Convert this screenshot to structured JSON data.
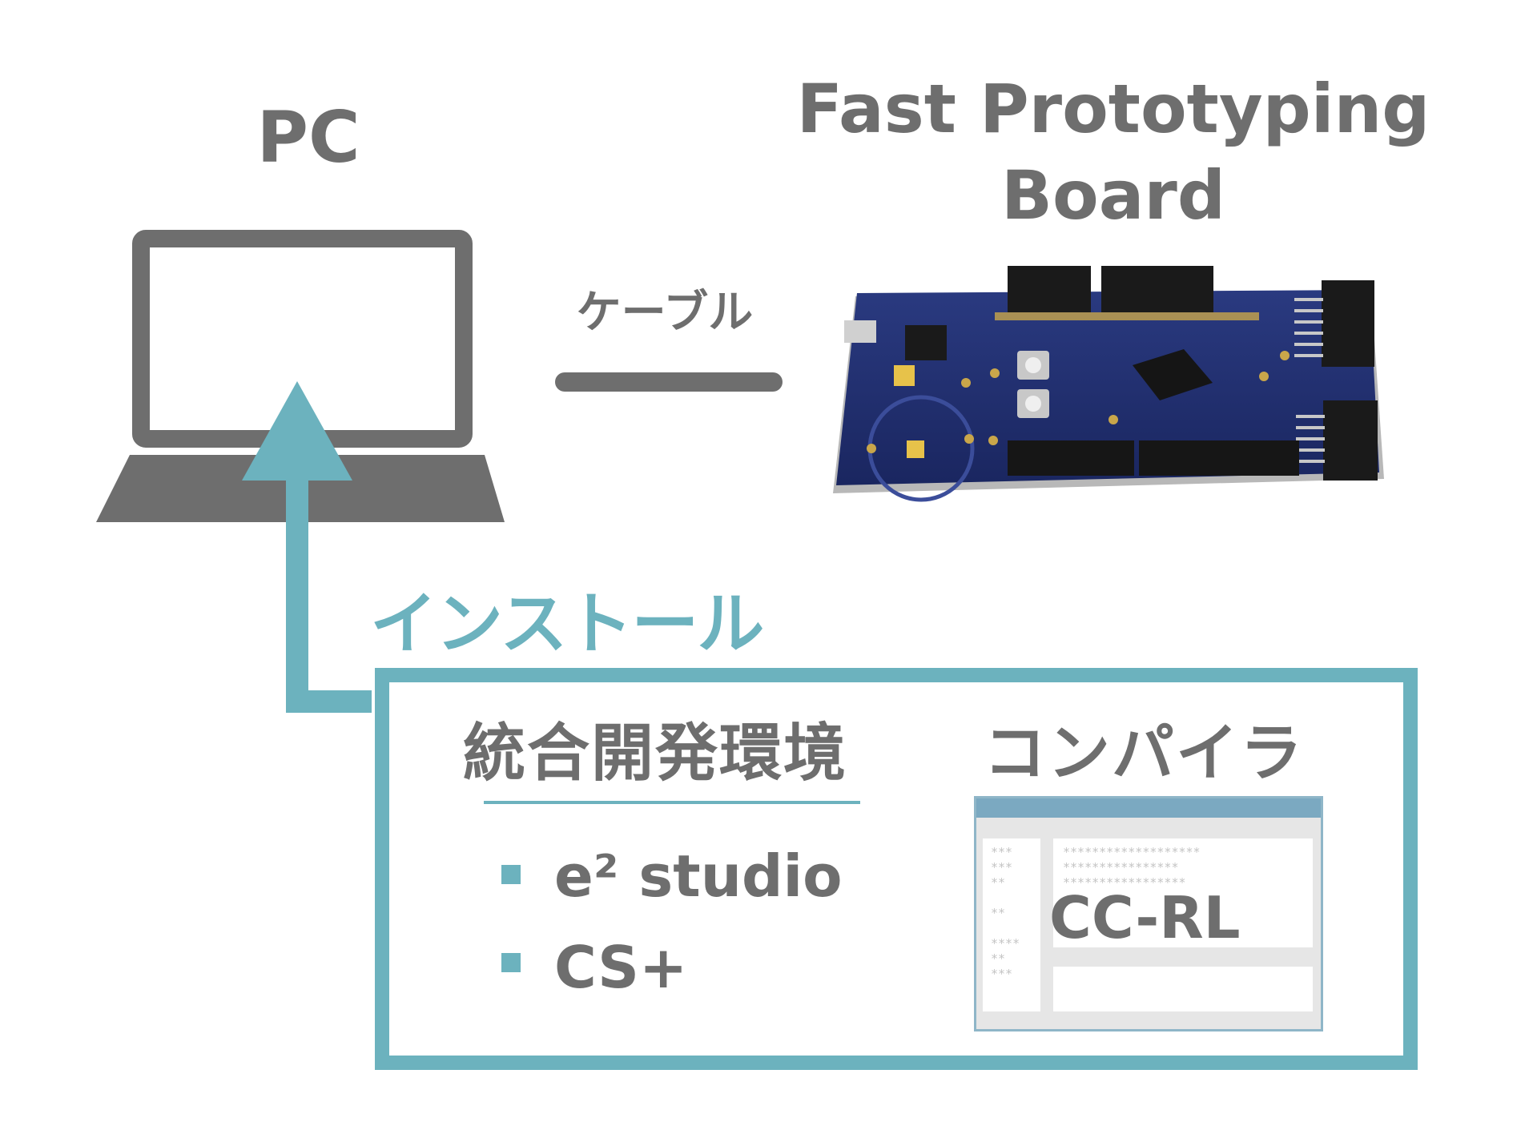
{
  "pc": {
    "title": "PC"
  },
  "board": {
    "title_line1": "Fast Prototyping",
    "title_line2": "Board"
  },
  "cable": {
    "label": "ケーブル"
  },
  "install": {
    "label": "インストール"
  },
  "software": {
    "ide_heading": "統合開発環境",
    "ide_items": [
      "e² studio",
      "CS+"
    ],
    "compiler_heading": "コンパイラ",
    "compiler_name": "CC-RL",
    "window_sidebar_stars": "***\n***\n**\n\n**\n\n****\n**\n***",
    "window_main_stars": "*******************\n****************\n*****************"
  },
  "colors": {
    "gray": "#6e6e6e",
    "accent": "#6cb2be",
    "board_blue": "#1f2f6e"
  }
}
